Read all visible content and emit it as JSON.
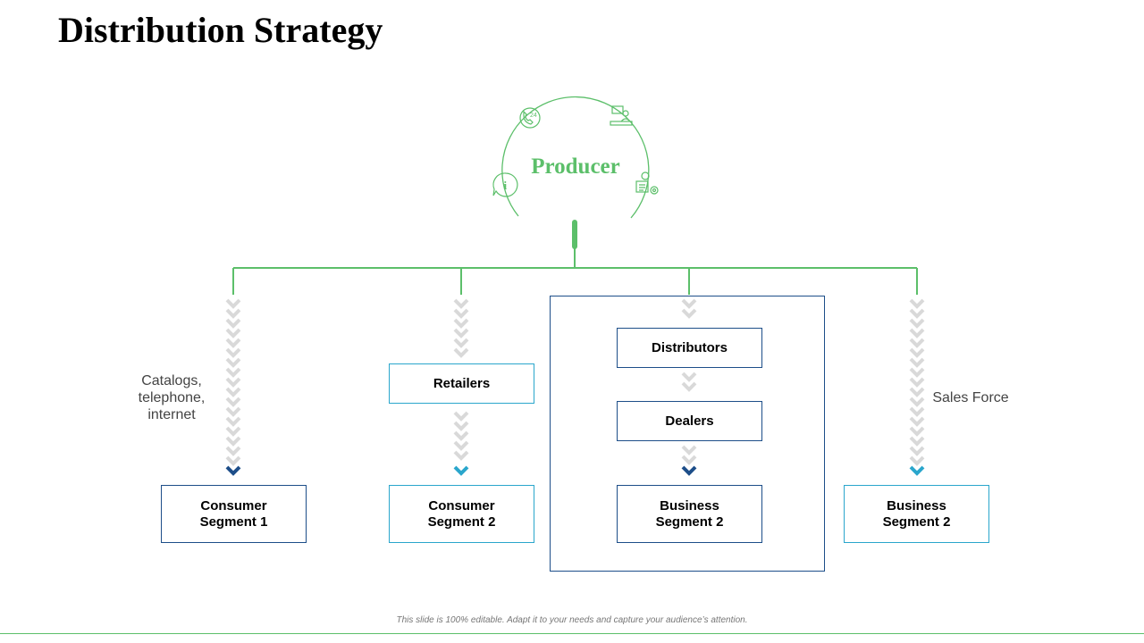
{
  "title": "Distribution Strategy",
  "producer": {
    "label": "Producer",
    "icons": [
      "phone-24-icon",
      "presentation-icon",
      "info-chat-icon",
      "manager-gear-icon"
    ]
  },
  "colors": {
    "green": "#5cbf6a",
    "navy": "#1d4e89",
    "teal": "#2aa6cc",
    "chevron_gray": "#d9d9d9"
  },
  "channels": {
    "channel1": {
      "side_label": [
        "Catalogs,",
        "telephone,",
        "internet"
      ],
      "end": [
        "Consumer",
        "Segment 1"
      ]
    },
    "channel2": {
      "intermediary": "Retailers",
      "end": [
        "Consumer",
        "Segment 2"
      ]
    },
    "channel3": {
      "intermediaries": [
        "Distributors",
        "Dealers"
      ],
      "end": [
        "Business",
        "Segment 2"
      ]
    },
    "channel4": {
      "side_label": "Sales Force",
      "end": [
        "Business",
        "Segment 2"
      ]
    }
  },
  "footer": "This slide is 100% editable. Adapt it to your needs and capture your audience’s attention."
}
